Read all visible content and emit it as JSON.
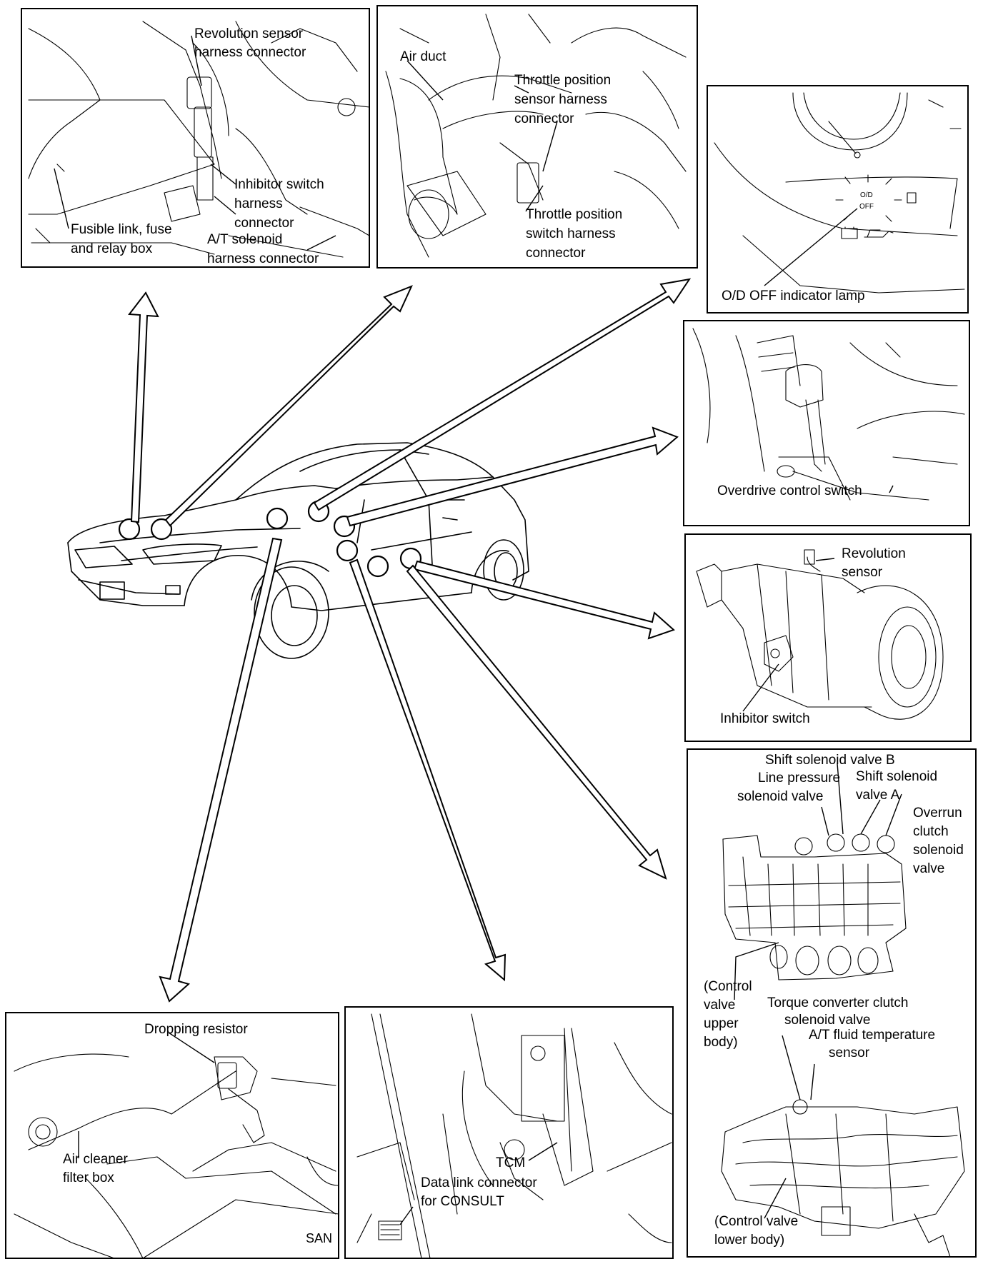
{
  "panels": {
    "engine_bay": {
      "labels": [
        "Revolution sensor",
        "harness connector",
        "Inhibitor switch",
        "harness",
        "connector",
        "Fusible link, fuse",
        "and relay box",
        "A/T solenoid",
        "harness connector"
      ]
    },
    "throttle": {
      "labels": [
        "Air duct",
        "Throttle position",
        "sensor harness",
        "connector",
        "Throttle position",
        "switch harness",
        "connector"
      ]
    },
    "instrument": {
      "labels": [
        "O/D OFF indicator lamp"
      ],
      "gauge_text": [
        "O/D",
        "OFF"
      ]
    },
    "shifter": {
      "labels": [
        "Overdrive control switch"
      ]
    },
    "transmission": {
      "labels": [
        "Revolution",
        "sensor",
        "Inhibitor switch"
      ]
    },
    "valve_body": {
      "labels": [
        "Shift solenoid valve B",
        "Line pressure",
        "solenoid valve",
        "Shift solenoid",
        "valve A",
        "Overrun",
        "clutch",
        "solenoid",
        "valve",
        "(Control",
        "valve",
        "upper",
        "body)",
        "Torque converter clutch",
        "solenoid valve",
        "A/T fluid temperature",
        "sensor",
        "(Control valve",
        "lower body)"
      ]
    },
    "air_cleaner": {
      "labels": [
        "Dropping resistor",
        "Air cleaner",
        "filter box"
      ],
      "box_text": "SAN"
    },
    "tcm": {
      "labels": [
        "TCM",
        "Data link connector",
        "for CONSULT"
      ]
    }
  }
}
